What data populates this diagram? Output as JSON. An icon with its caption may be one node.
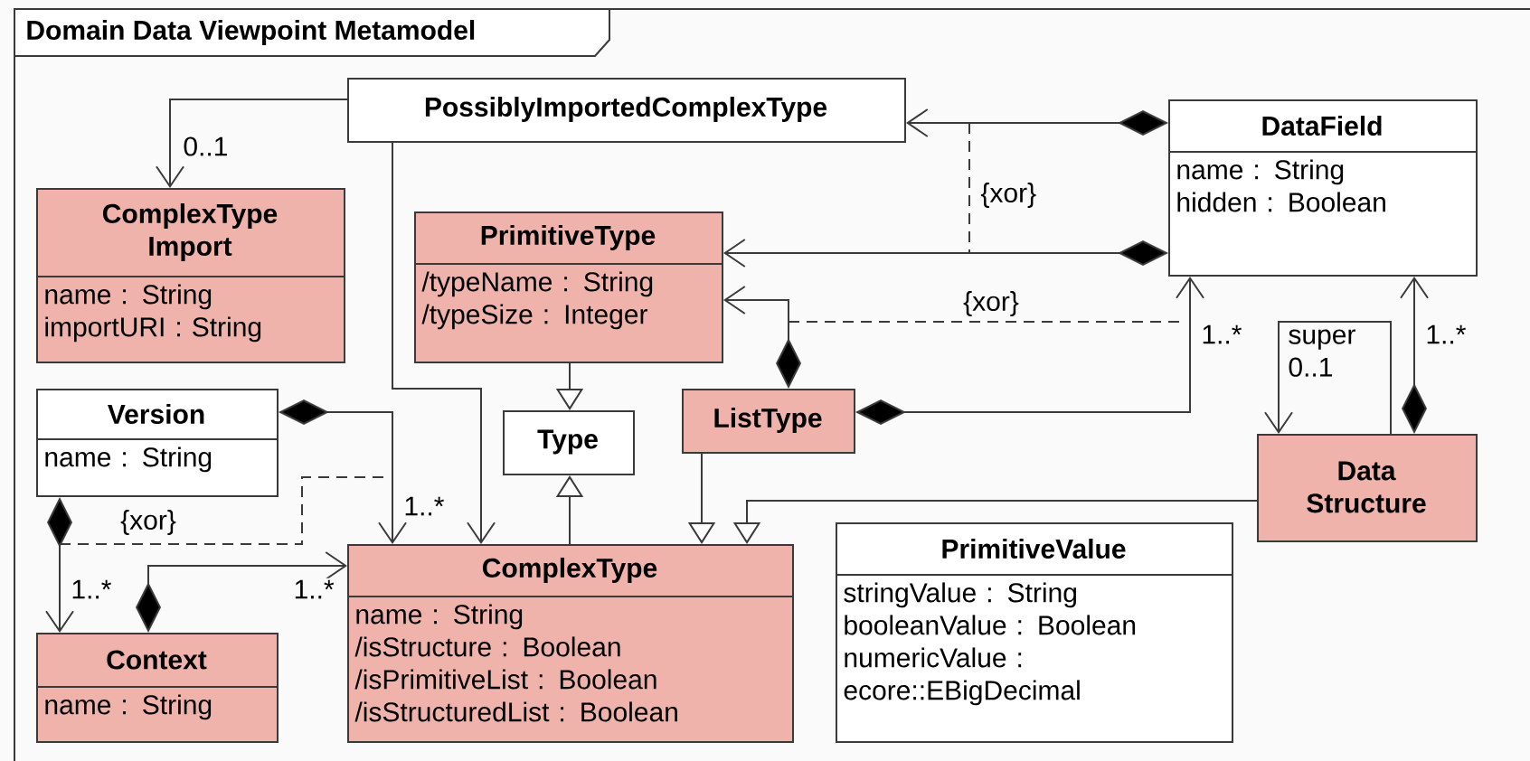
{
  "diagram": {
    "title": "Domain Data Viewpoint Metamodel",
    "nodes": [
      {
        "text": [
          "PossiblyImportedComplexType"
        ]
      },
      {
        "text": [
          "ComplexType Import",
          "name : String",
          "importURI : String"
        ]
      },
      {
        "text": [
          "PrimitiveType",
          "/typeName : String",
          "/typeSize : Integer"
        ]
      },
      {
        "text": [
          "DataField",
          "name : String",
          "hidden : Boolean"
        ]
      },
      {
        "text": [
          "Version",
          "name : String"
        ]
      },
      {
        "text": [
          "Type"
        ]
      },
      {
        "text": [
          "ListType"
        ]
      },
      {
        "text": [
          "Data Structure"
        ]
      },
      {
        "text": [
          "ComplexType",
          "name : String",
          "/isStructure : Boolean",
          "/isPrimitiveList : Boolean",
          "/isStructuredList : Boolean"
        ]
      },
      {
        "text": [
          "PrimitiveValue",
          "stringValue : String",
          "booleanValue : Boolean",
          "numericValue : ecore::EBigDecimal"
        ]
      },
      {
        "text": [
          "Context",
          "name : String"
        ]
      }
    ],
    "edges": [
      {
        "from": 3,
        "to": 0,
        "arrow": "to"
      },
      {
        "from": 3,
        "to": 2,
        "arrow": "to"
      },
      {
        "from": 6,
        "to": 2,
        "arrow": "to"
      },
      {
        "from": 6,
        "to": 3,
        "arrow": "to",
        "label": "1..*"
      },
      {
        "from": 7,
        "to": 3,
        "arrow": "to",
        "label": "1..*"
      },
      {
        "from": 7,
        "to": 7,
        "arrow": "to",
        "label": "super 0..1"
      },
      {
        "from": 7,
        "to": 8,
        "arrow": "to"
      },
      {
        "from": 6,
        "to": 8,
        "arrow": "to"
      },
      {
        "from": 8,
        "to": 5,
        "arrow": "to"
      },
      {
        "from": 2,
        "to": 5,
        "arrow": "to"
      },
      {
        "from": 0,
        "to": 1,
        "arrow": "to",
        "label": "0..1"
      },
      {
        "from": 0,
        "to": 8,
        "arrow": "to"
      },
      {
        "from": 4,
        "to": 8,
        "arrow": "to",
        "label": "1..*"
      },
      {
        "from": 4,
        "to": 10,
        "arrow": "to",
        "label": "1..*"
      },
      {
        "from": 10,
        "to": 8,
        "arrow": "to",
        "label": "1..*"
      }
    ],
    "labels": [
      "{xor}",
      "{xor}",
      "{xor}"
    ]
  }
}
